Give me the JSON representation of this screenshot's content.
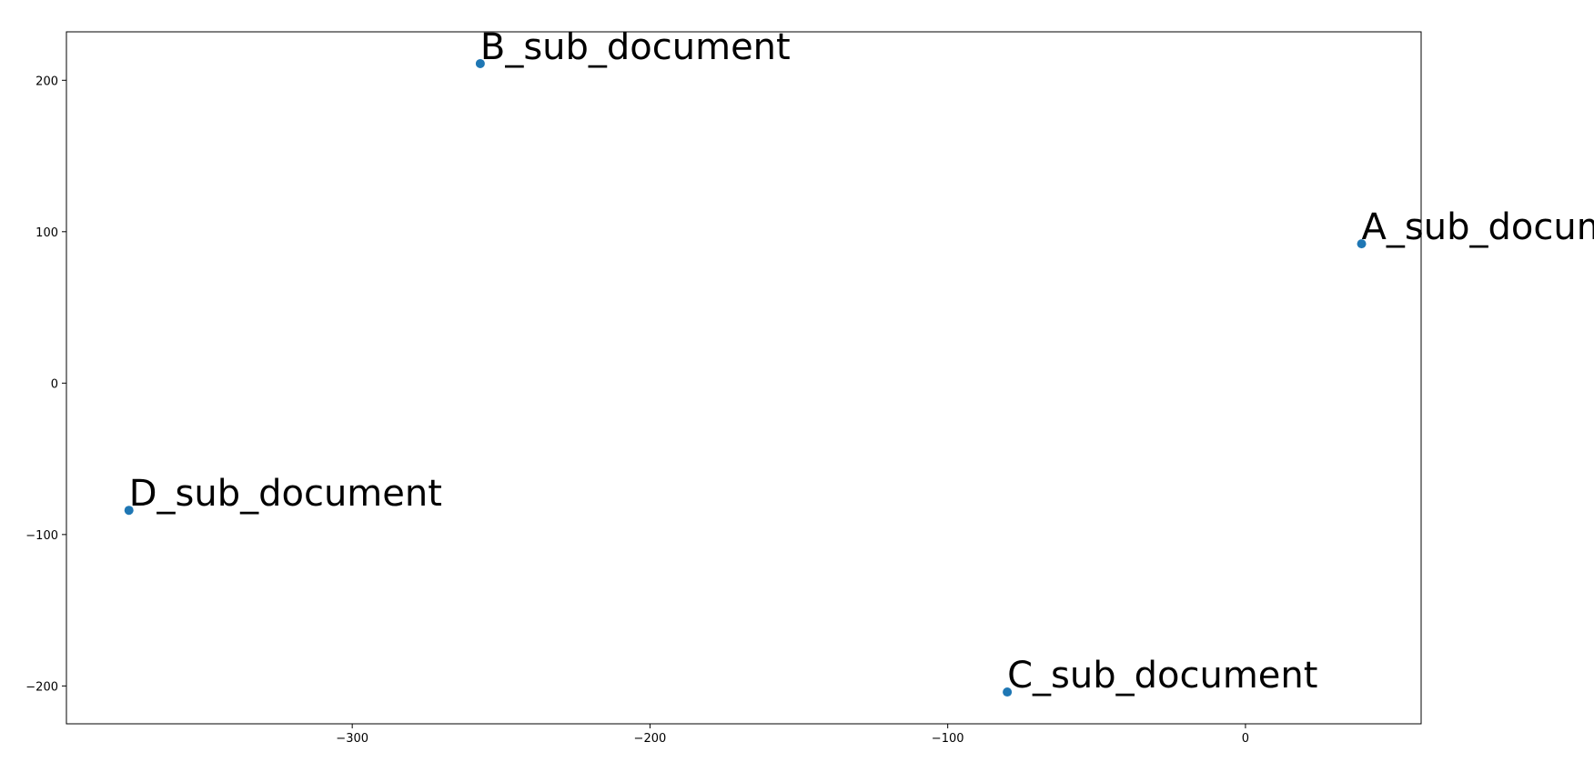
{
  "chart_data": {
    "type": "scatter",
    "title": "",
    "xlabel": "",
    "ylabel": "",
    "xlim": [
      -396,
      59
    ],
    "ylim": [
      -225,
      232
    ],
    "x_ticks": [
      -300,
      -200,
      -100,
      0
    ],
    "x_tick_labels": [
      "−300",
      "−200",
      "−100",
      "0"
    ],
    "y_ticks": [
      -200,
      -100,
      0,
      100,
      200
    ],
    "y_tick_labels": [
      "−200",
      "−100",
      "0",
      "100",
      "200"
    ],
    "grid": false,
    "point_color": "#1f77b4",
    "points": [
      {
        "label": "A_sub_document",
        "x": 39,
        "y": 92
      },
      {
        "label": "B_sub_document",
        "x": -257,
        "y": 211
      },
      {
        "label": "C_sub_document",
        "x": -80,
        "y": -204
      },
      {
        "label": "D_sub_document",
        "x": -375,
        "y": -84
      }
    ]
  }
}
